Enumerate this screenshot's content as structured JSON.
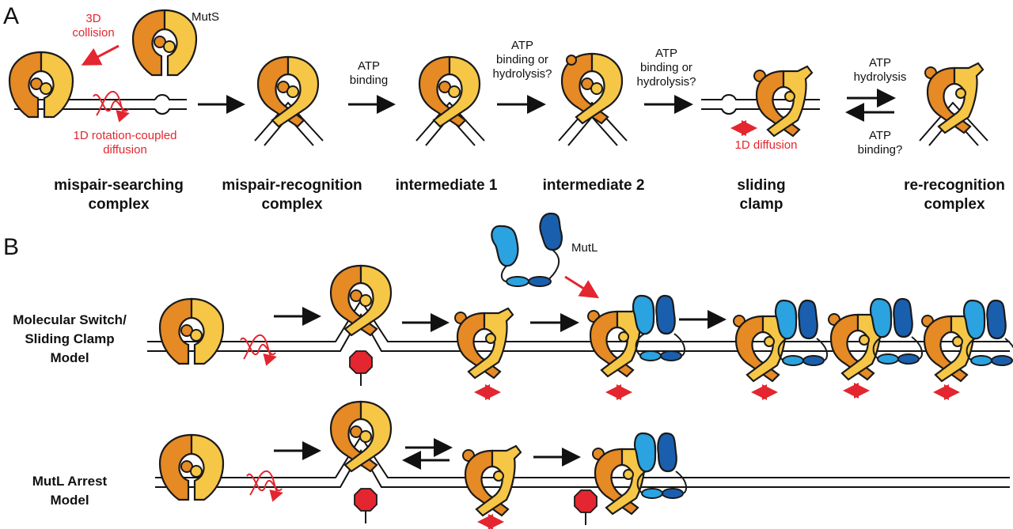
{
  "panels": {
    "a": "A",
    "b": "B"
  },
  "panel_a": {
    "mutS": "MutS",
    "collision": [
      "3D",
      "collision"
    ],
    "rotation": [
      "1D rotation-coupled",
      "diffusion"
    ],
    "diffusion_1d": "1D diffusion",
    "steps": {
      "atp_binding": [
        "ATP",
        "binding"
      ],
      "binding_or_hydrolysis_1": [
        "ATP",
        "binding or",
        "hydrolysis?"
      ],
      "binding_or_hydrolysis_2": [
        "ATP",
        "binding or",
        "hydrolysis?"
      ],
      "hydrolysis_forward": [
        "ATP",
        "hydrolysis"
      ],
      "binding_reverse": [
        "ATP",
        "binding?"
      ]
    },
    "stages": [
      [
        "mispair-searching",
        "complex"
      ],
      [
        "mispair-recognition",
        "complex"
      ],
      [
        "intermediate 1"
      ],
      [
        "intermediate 2"
      ],
      [
        "sliding",
        "clamp"
      ],
      [
        "re-recognition",
        "complex"
      ]
    ]
  },
  "panel_b": {
    "mutL": "MutL",
    "models": [
      [
        "Molecular Switch/",
        "Sliding Clamp",
        "Model"
      ],
      [
        "MutL Arrest",
        "Model"
      ]
    ]
  },
  "colors": {
    "orange": "#e58a24",
    "yellow": "#f6c646",
    "light_blue": "#2aa3e0",
    "dark_blue": "#1a5fae",
    "red": "#e3262f",
    "stop": "#e3262f"
  }
}
